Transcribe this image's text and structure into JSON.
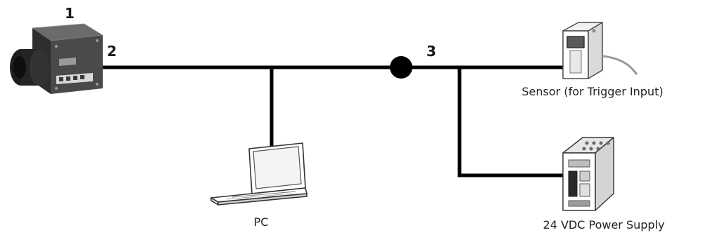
{
  "callouts": {
    "camera": "1",
    "camera_cable": "2",
    "junction": "3"
  },
  "labels": {
    "pc": "PC",
    "sensor": "Sensor (for Trigger Input)",
    "power_supply": "24 VDC Power Supply"
  },
  "devices": {
    "camera_icon": "industrial-camera",
    "pc_icon": "laptop",
    "sensor_icon": "photoelectric-sensor",
    "power_supply_icon": "din-rail-power-supply"
  },
  "colors": {
    "cable": "#000000",
    "device_body": "#3a3a3a",
    "device_light": "#e6e6e6",
    "text": "#222222"
  }
}
